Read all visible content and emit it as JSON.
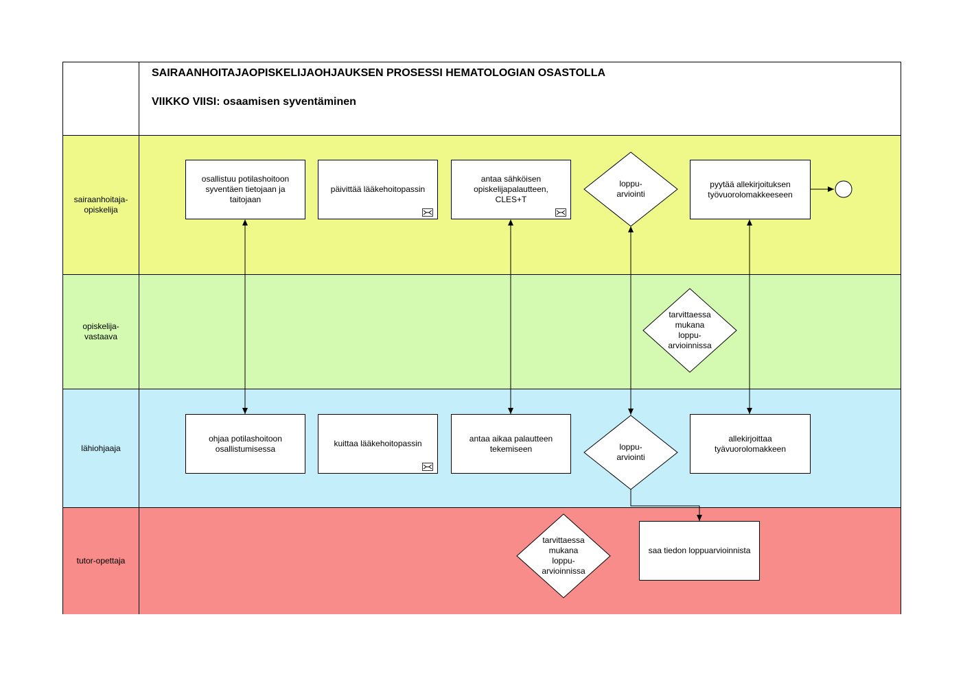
{
  "header": {
    "title": "SAIRAANHOITAJAOPISKELIJAOHJAUKSEN PROSESSI HEMATOLOGIAN OSASTOLLA",
    "subtitle": "VIIKKO VIISI: osaamisen syventäminen"
  },
  "lanes": [
    {
      "id": "student",
      "label": "sairaanhoitaja-\nopiskelija",
      "color": "#EEF98A"
    },
    {
      "id": "responsible",
      "label": "opiskelija-\nvastaava",
      "color": "#D3FAB0"
    },
    {
      "id": "mentor",
      "label": "lähiohjaaja",
      "color": "#C4EFFA"
    },
    {
      "id": "tutor",
      "label": "tutor-opettaja",
      "color": "#F78C8A"
    }
  ],
  "nodes": {
    "s1": "osallistuu potilashoitoon\nsyventäen tietojaan ja\ntaitojaan",
    "s2": "päivittää lääkehoitopassin",
    "s3": "antaa sähköisen\nopiskelijapalautteen,\nCLES+T",
    "s4": "loppu-\narviointi",
    "s5": "pyytää allekirjoituksen\ntyövuorolomakkeeseen",
    "r1": "tarvittaessa\nmukana\nloppu-\narvioinnissa",
    "m1": "ohjaa potilashoitoon\nosallistumisessa",
    "m2": "kuittaa lääkehoitopassin",
    "m3": "antaa aikaa palautteen\ntekemiseen",
    "m4": "loppu-\narviointi",
    "m5": "allekirjoittaa\ntyävuorolomakkeen",
    "t1": "tarvittaessa\nmukana\nloppu-\narvioinnissa",
    "t2": "saa tiedon loppuarvioinnista"
  },
  "icons": {
    "subprocess": "subprocess-icon",
    "end": "end-event-icon"
  }
}
